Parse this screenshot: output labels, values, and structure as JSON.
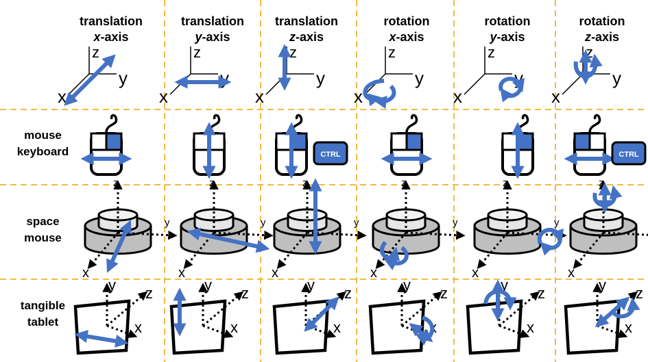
{
  "columns": [
    {
      "id": "tx",
      "line1": "translation",
      "axis": "x",
      "suffix": "-axis"
    },
    {
      "id": "ty",
      "line1": "translation",
      "axis": "y",
      "suffix": "-axis"
    },
    {
      "id": "tz",
      "line1": "translation",
      "axis": "z",
      "suffix": "-axis"
    },
    {
      "id": "rx",
      "line1": "rotation",
      "axis": "x",
      "suffix": "-axis"
    },
    {
      "id": "ry",
      "line1": "rotation",
      "axis": "y",
      "suffix": "-axis"
    },
    {
      "id": "rz",
      "line1": "rotation",
      "axis": "z",
      "suffix": "-axis"
    }
  ],
  "rows": {
    "mouse": {
      "line1": "mouse",
      "line2": "keyboard"
    },
    "space": {
      "line1": "space",
      "line2": "mouse"
    },
    "tablet": {
      "line1": "tangible",
      "line2": "tablet"
    }
  },
  "axis_labels": {
    "x": "x",
    "y": "y",
    "z": "z"
  },
  "ctrl_key": "CTRL",
  "colors": {
    "arrow": "#4472C4",
    "grid": "#F5B942",
    "outline": "#000000",
    "device_gray": "#BFBFBF"
  }
}
